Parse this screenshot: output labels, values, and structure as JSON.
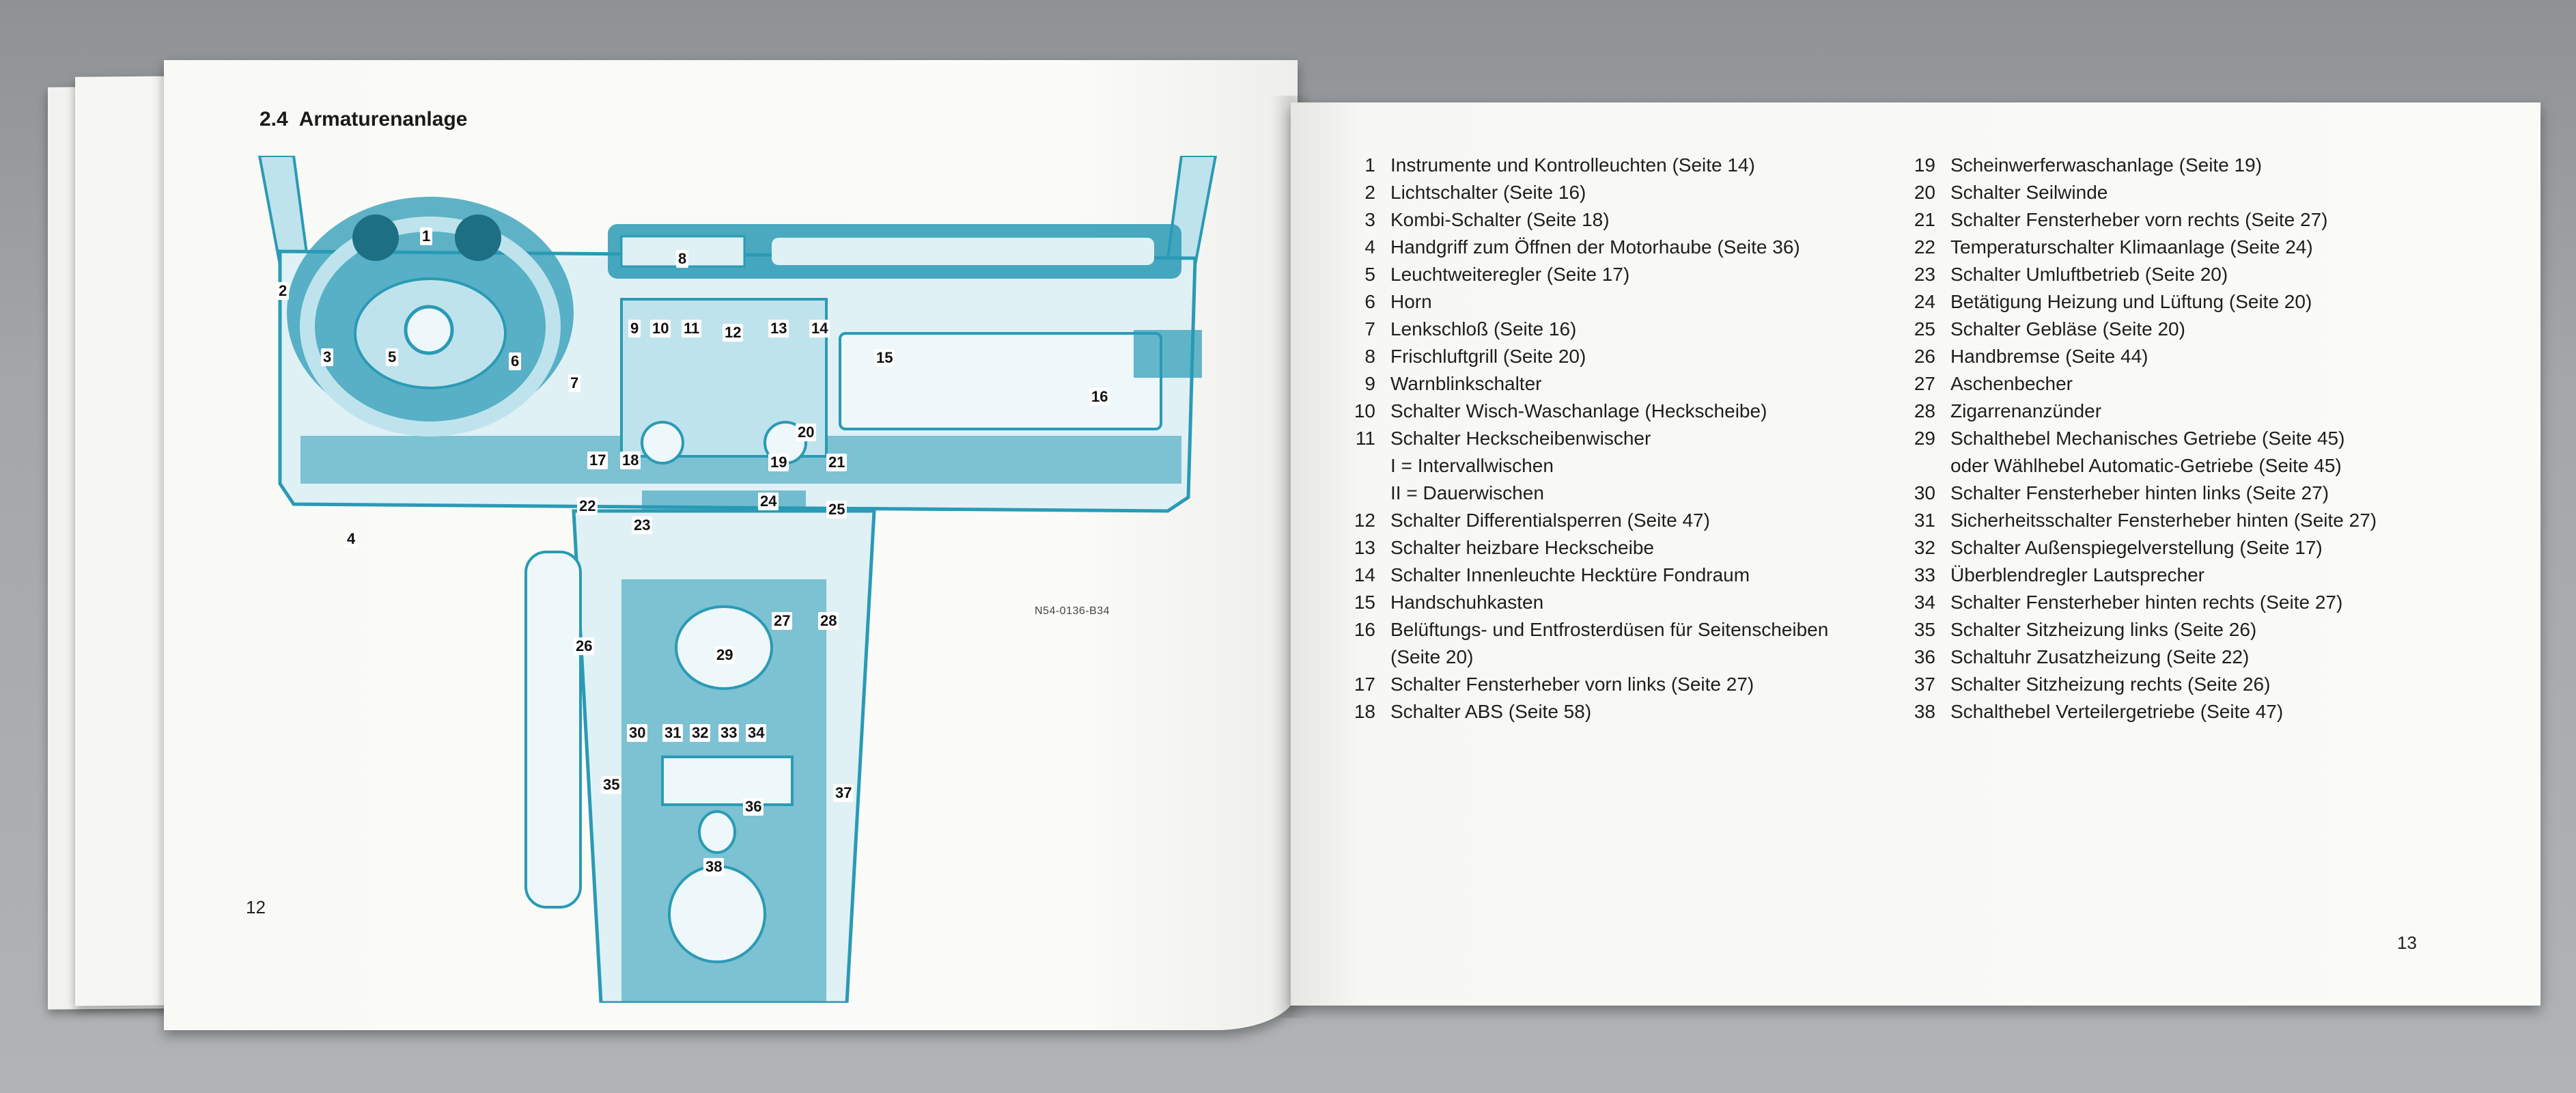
{
  "left_page": {
    "section_number": "2.4",
    "section_title": "Armaturenanlage",
    "figure_code": "N54-0136-B34",
    "page_number": "12",
    "callouts": [
      "1",
      "2",
      "3",
      "4",
      "5",
      "6",
      "7",
      "8",
      "9",
      "10",
      "11",
      "12",
      "13",
      "14",
      "15",
      "16",
      "17",
      "18",
      "19",
      "20",
      "21",
      "22",
      "23",
      "24",
      "25",
      "26",
      "27",
      "28",
      "29",
      "30",
      "31",
      "32",
      "33",
      "34",
      "35",
      "36",
      "37",
      "38"
    ]
  },
  "right_page": {
    "page_number": "13",
    "legend_left": [
      {
        "n": "1",
        "text": "Instrumente und Kontrolleuchten (Seite 14)"
      },
      {
        "n": "2",
        "text": "Lichtschalter (Seite 16)"
      },
      {
        "n": "3",
        "text": "Kombi-Schalter (Seite 18)"
      },
      {
        "n": "4",
        "text": "Handgriff zum Öffnen der Motorhaube (Seite 36)"
      },
      {
        "n": "5",
        "text": "Leuchtweiteregler (Seite 17)"
      },
      {
        "n": "6",
        "text": "Horn"
      },
      {
        "n": "7",
        "text": "Lenkschloß (Seite 16)"
      },
      {
        "n": "8",
        "text": "Frischluftgrill (Seite 20)"
      },
      {
        "n": "9",
        "text": "Warnblinkschalter"
      },
      {
        "n": "10",
        "text": "Schalter Wisch-Waschanlage (Heckscheibe)"
      },
      {
        "n": "11",
        "text": "Schalter Heckscheibenwischer",
        "sub": [
          "I  =  Intervallwischen",
          "II  =  Dauerwischen"
        ]
      },
      {
        "n": "12",
        "text": "Schalter Differentialsperren (Seite 47)"
      },
      {
        "n": "13",
        "text": "Schalter heizbare Heckscheibe"
      },
      {
        "n": "14",
        "text": "Schalter Innenleuchte Hecktüre Fondraum"
      },
      {
        "n": "15",
        "text": "Handschuhkasten"
      },
      {
        "n": "16",
        "text": "Belüftungs- und Entfrosterdüsen für Seitenscheiben",
        "sub": [
          "(Seite 20)"
        ]
      },
      {
        "n": "17",
        "text": "Schalter Fensterheber vorn links (Seite 27)"
      },
      {
        "n": "18",
        "text": "Schalter ABS (Seite 58)"
      }
    ],
    "legend_right": [
      {
        "n": "19",
        "text": "Scheinwerferwaschanlage (Seite 19)"
      },
      {
        "n": "20",
        "text": "Schalter Seilwinde"
      },
      {
        "n": "21",
        "text": "Schalter Fensterheber vorn rechts (Seite 27)"
      },
      {
        "n": "22",
        "text": "Temperaturschalter Klimaanlage (Seite 24)"
      },
      {
        "n": "23",
        "text": "Schalter Umluftbetrieb (Seite 20)"
      },
      {
        "n": "24",
        "text": "Betätigung Heizung und Lüftung (Seite 20)"
      },
      {
        "n": "25",
        "text": "Schalter Gebläse (Seite 20)"
      },
      {
        "n": "26",
        "text": "Handbremse (Seite 44)"
      },
      {
        "n": "27",
        "text": "Aschenbecher"
      },
      {
        "n": "28",
        "text": "Zigarrenanzünder"
      },
      {
        "n": "29",
        "text": "Schalthebel Mechanisches Getriebe (Seite 45)",
        "sub": [
          "oder Wählhebel Automatic-Getriebe (Seite 45)"
        ]
      },
      {
        "n": "30",
        "text": "Schalter Fensterheber hinten links (Seite 27)"
      },
      {
        "n": "31",
        "text": "Sicherheitsschalter Fensterheber hinten (Seite 27)"
      },
      {
        "n": "32",
        "text": "Schalter Außenspiegelverstellung (Seite 17)"
      },
      {
        "n": "33",
        "text": "Überblendregler Lautsprecher"
      },
      {
        "n": "34",
        "text": "Schalter Fensterheber hinten rechts (Seite 27)"
      },
      {
        "n": "35",
        "text": "Schalter Sitzheizung links (Seite 26)"
      },
      {
        "n": "36",
        "text": "Schaltuhr Zusatzheizung (Seite 22)"
      },
      {
        "n": "37",
        "text": "Schalter Sitzheizung rechts (Seite 26)"
      },
      {
        "n": "38",
        "text": "Schalthebel Verteilergetriebe (Seite 47)"
      }
    ]
  },
  "colors": {
    "illustration": "#2a9ab5",
    "illustration_light": "#bfe3ec",
    "text": "#1e1e1e"
  }
}
